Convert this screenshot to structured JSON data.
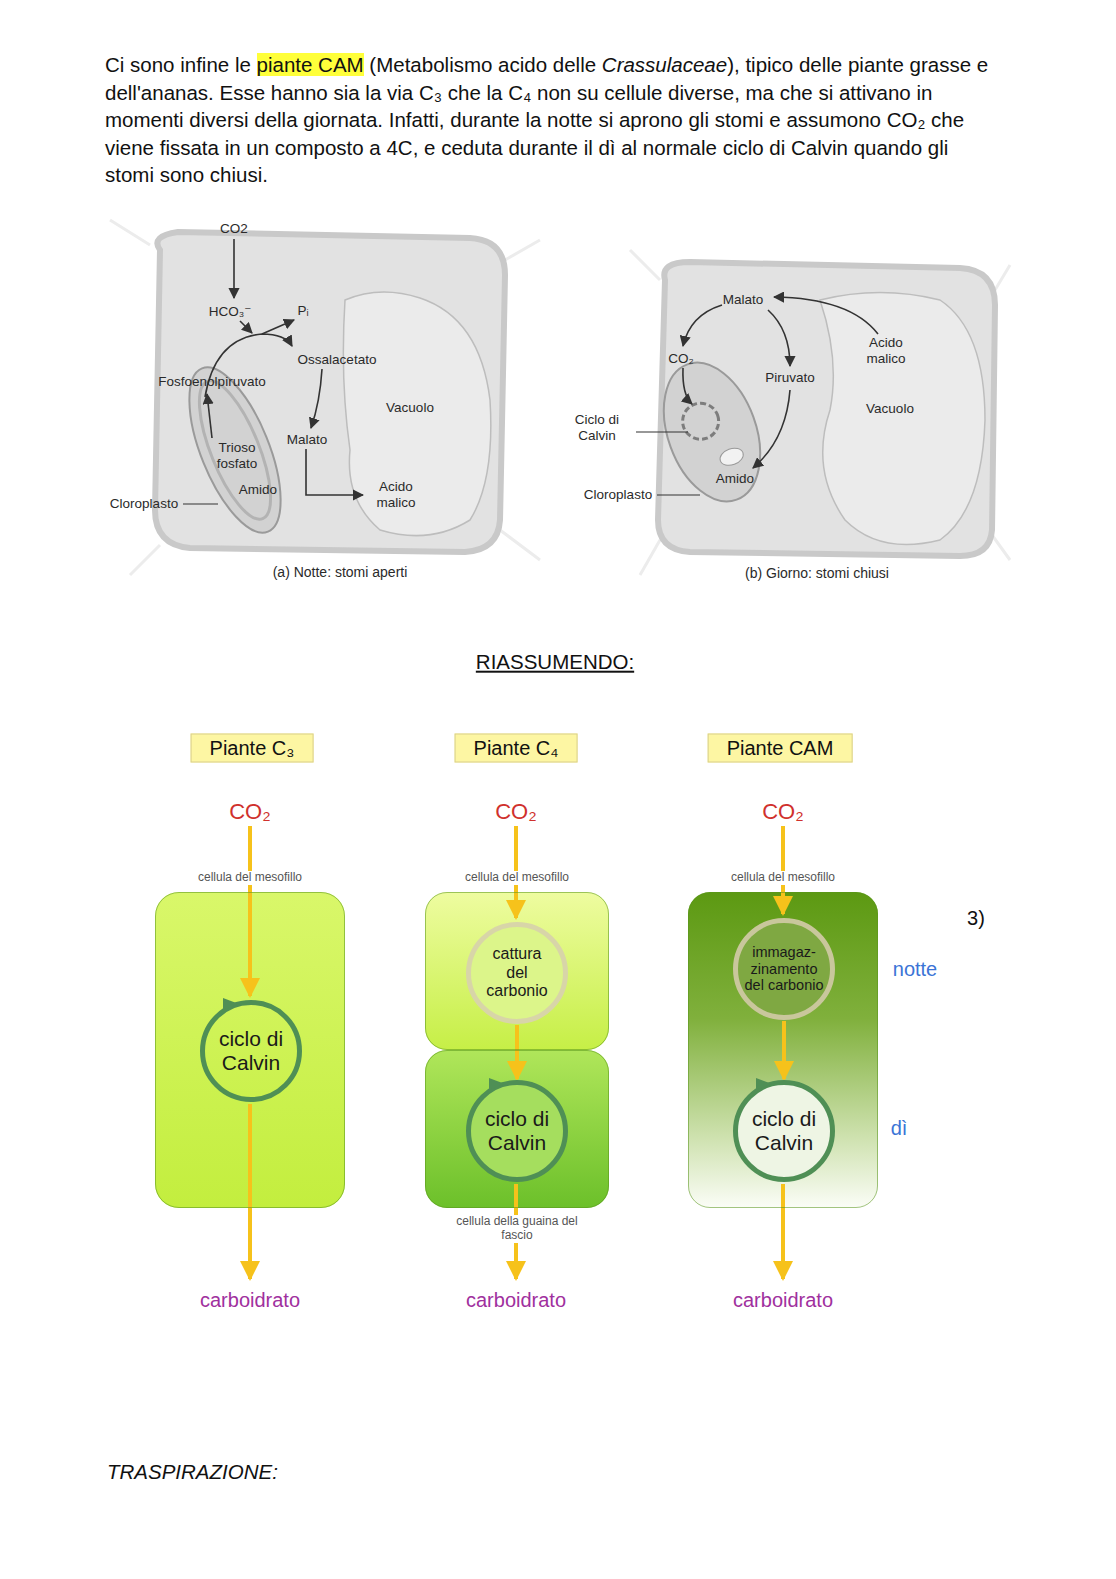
{
  "diagram": {
    "nodes": [
      {
        "text": [
          "Piante C₃"
        ]
      },
      {
        "text": [
          "Piante C₄"
        ]
      },
      {
        "text": [
          "Piante CAM"
        ]
      },
      {
        "text": [
          "cellula del mesofillo"
        ]
      },
      {
        "text": [
          "ciclo di Calvin"
        ],
        "in": 3
      },
      {
        "text": [
          "cellula del mesofillo"
        ]
      },
      {
        "text": [
          "cattura del carbonio"
        ],
        "in": 5
      },
      {
        "text": [
          "cellula della guaina del fascio"
        ]
      },
      {
        "text": [
          "ciclo di Calvin"
        ],
        "in": 7
      },
      {
        "text": [
          "cellula del mesofillo"
        ]
      },
      {
        "text": [
          "immagaz- zinamento del carbonio"
        ],
        "in": 9
      },
      {
        "text": [
          "ciclo di Calvin"
        ],
        "in": 9
      }
    ],
    "edges": [
      {
        "from": 6,
        "to": 8,
        "arrow": "to"
      },
      {
        "from": 10,
        "to": 11,
        "arrow": "to"
      }
    ],
    "labels": [
      "Ci sono infine le ",
      "piante CAM",
      " (Metabolismo acido delle ",
      "Crassulaceae",
      "), tipico delle piante grasse e dell'ananas. Esse hanno sia la via C₃ che la C₄ non su cellule diverse, ma che si attivano in momenti diversi della giornata. Infatti, durante la notte si aprono gli stomi e assumono CO₂ che viene fissata in un composto a 4C, e ceduta durante il dì al normale ciclo di Calvin quando gli stomi sono chiusi.",
      "CO2",
      "HCO₃⁻",
      "Pᵢ",
      "Ossalacetato",
      "Fosfoenolpiruvato",
      "Vacuolo",
      "Malato",
      "Trioso fosfato",
      "Amido",
      "Acido malico",
      "Cloroplasto",
      "(a) Notte: stomi aperti",
      "Malato",
      "CO₂",
      "Acido malico",
      "Piruvato",
      "Vacuolo",
      "Ciclo di Calvin",
      "Amido",
      "Cloroplasto",
      "(b) Giorno: stomi chiusi",
      "RIASSUMENDO:",
      "CO₂",
      "CO₂",
      "CO₂",
      "3)",
      "notte",
      "dì",
      "carboidrato",
      "carboidrato",
      "carboidrato",
      "TRASPIRAZIONE:"
    ]
  }
}
